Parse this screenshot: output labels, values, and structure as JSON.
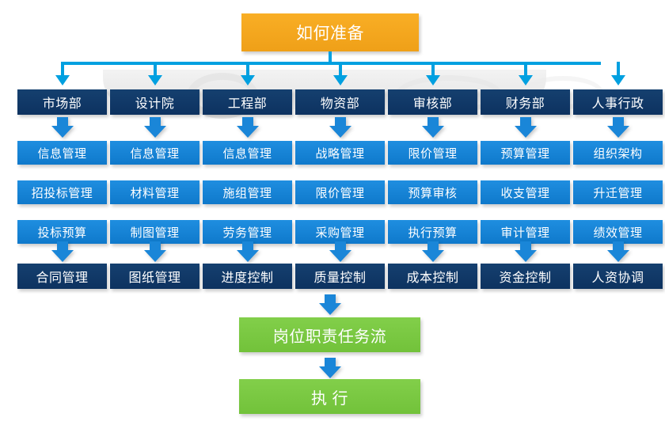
{
  "diagram": {
    "title": "如何准备",
    "title_color": "#f5a623",
    "department_color": "#123c6b",
    "task_color": "#1a86d8",
    "control_color": "#123c6b",
    "outcome_color": "#7ac943",
    "connector_color": "#00a0e0",
    "top_node": {
      "label": "如何准备"
    },
    "departments": [
      {
        "label": "市场部"
      },
      {
        "label": "设计院"
      },
      {
        "label": "工程部"
      },
      {
        "label": "物资部"
      },
      {
        "label": "审核部"
      },
      {
        "label": "财务部"
      },
      {
        "label": "人事行政"
      }
    ],
    "task_rows": [
      [
        "信息管理",
        "信息管理",
        "信息管理",
        "战略管理",
        "限价管理",
        "预算管理",
        "组织架构"
      ],
      [
        "招投标管理",
        "材料管理",
        "施组管理",
        "限价管理",
        "预算审核",
        "收支管理",
        "升迁管理"
      ],
      [
        "投标预算",
        "制图管理",
        "劳务管理",
        "采购管理",
        "执行预算",
        "审计管理",
        "绩效管理"
      ]
    ],
    "control_row": [
      {
        "label": "合同管理"
      },
      {
        "label": "图纸管理"
      },
      {
        "label": "进度控制"
      },
      {
        "label": "质量控制"
      },
      {
        "label": "成本控制"
      },
      {
        "label": "资金控制"
      },
      {
        "label": "人资协调"
      }
    ],
    "outcomes": [
      {
        "label": "岗位职责任务流"
      },
      {
        "label": "执 行"
      }
    ]
  }
}
